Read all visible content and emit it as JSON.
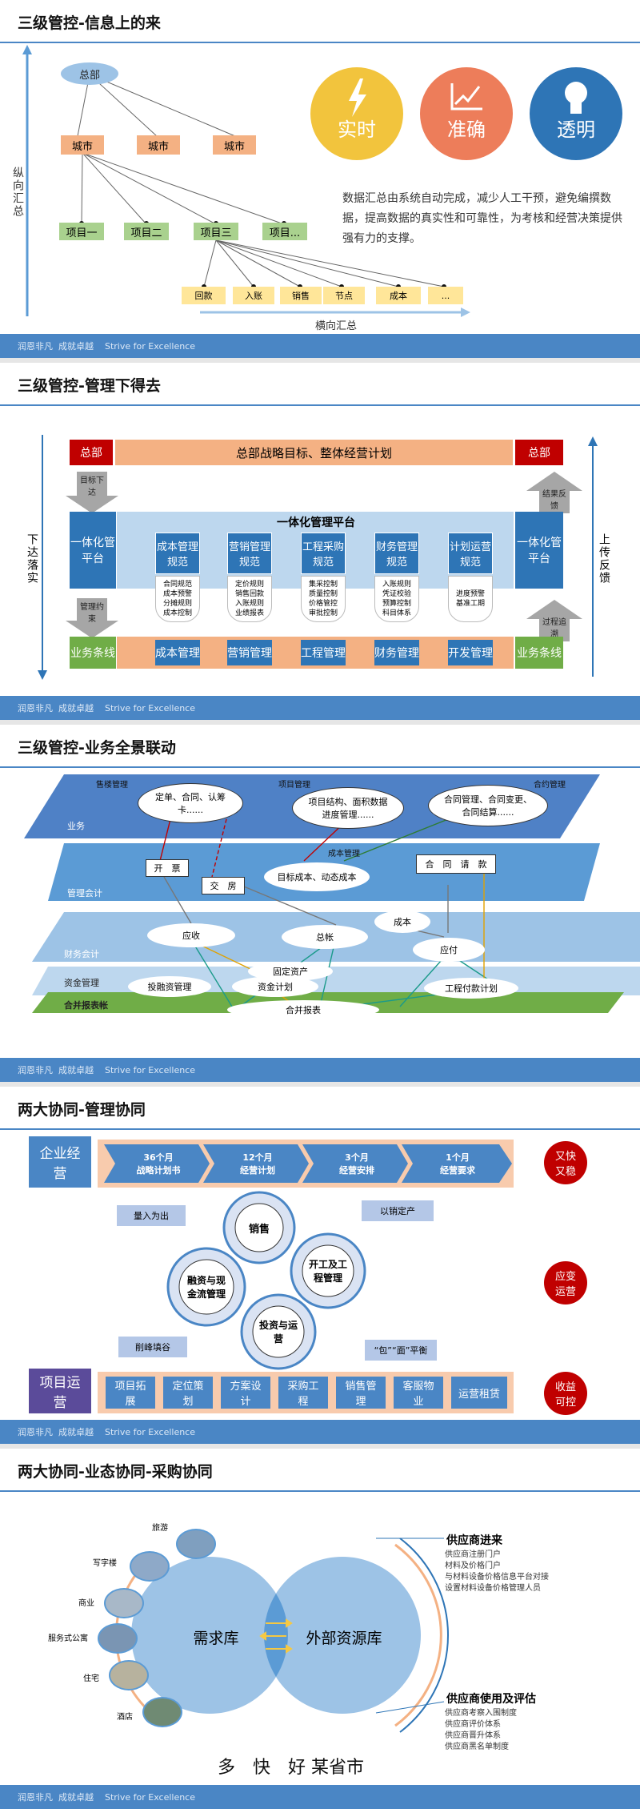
{
  "footer_text": "润恩非凡  成就卓越    Strive for Excellence",
  "slide1": {
    "title": "三级管控-信息上的来",
    "hq": "总部",
    "cities": [
      "城市",
      "城市",
      "城市"
    ],
    "projects": [
      "项目一",
      "项目二",
      "项目三",
      "项目..."
    ],
    "items": [
      "回款",
      "入账",
      "销售",
      "节点",
      "成本",
      "..."
    ],
    "vertical_label": "纵向汇总",
    "horizontal_label": "横向汇总",
    "circles": [
      "实时",
      "准确",
      "透明"
    ],
    "description": "数据汇总由系统自动完成，减少人工干预，避免编撰数据，提高数据的真实性和可靠性，为考核和经营决策提供强有力的支撑。"
  },
  "slide2": {
    "title": "三级管控-管理下得去",
    "hq_left": "总部",
    "hq_right": "总部",
    "top_bar": "总部战略目标、整体经营计划",
    "arrow_target": "目标下达",
    "arrow_feedback": "结果反馈",
    "arrow_mgmt": "管理约束",
    "arrow_process": "过程追溯",
    "platform_title": "一体化管理平台",
    "platform_left": "一体化管平台",
    "platform_right": "一体化管平台",
    "norms": [
      "成本管理规范",
      "营销管理规范",
      "工程采购规范",
      "财务管理规范",
      "计划运营规范"
    ],
    "details": [
      "合同规范\n成本预警\n分摊规则\n成本控制",
      "定价规则\n销售回款\n入账规则\n业绩报表",
      "集采控制\n质量控制\n价格管控\n审批控制",
      "入账规则\n凭证校验\n预算控制\n科目体系",
      "进度预警\n基准工期"
    ],
    "business_left": "业务条线",
    "business_right": "业务条线",
    "lines": [
      "成本管理",
      "营销管理",
      "工程管理",
      "财务管理",
      "开发管理"
    ],
    "side_left": "下达落实",
    "side_right": "上传反馈"
  },
  "slide3": {
    "title": "三级管控-业务全景联动",
    "layers": [
      "业务",
      "管理会计",
      "财务会计",
      "资金管理",
      "合并报表帐"
    ],
    "header_labels": [
      "售楼管理",
      "项目管理",
      "合约管理",
      "成本管理"
    ],
    "nodes": {
      "sales": "定单、合同、认筹卡......",
      "project": "项目结构、面积数据进度管理......",
      "contract": "合同管理、合同变更、合同结算......",
      "invoice": "开　票",
      "handover": "交　房",
      "cost_target": "目标成本、动态成本",
      "contract_pay": "合　同　请　款",
      "cost": "成本",
      "receivable": "应收",
      "ledger": "总帐",
      "payable": "应付",
      "fixed_assets": "固定资产",
      "financing": "投融资管理",
      "fund_plan": "资金计划",
      "eng_pay_plan": "工程付款计划",
      "consolidated": "合并报表"
    }
  },
  "slide4": {
    "title": "两大协同-管理协同",
    "enterprise": "企业经营",
    "project_ops": "项目运营",
    "plans": [
      {
        "period": "36个月",
        "name": "战略计划书"
      },
      {
        "period": "12个月",
        "name": "经营计划"
      },
      {
        "period": "3个月",
        "name": "经营安排"
      },
      {
        "period": "1个月",
        "name": "经营要求"
      }
    ],
    "gears": [
      "销售",
      "开工及工程管理",
      "融资与现金流管理",
      "投资与运营"
    ],
    "tags": [
      "量入为出",
      "以销定产",
      "削峰填谷",
      "“包”“面”平衡"
    ],
    "steps": [
      "项目拓展",
      "定位策划",
      "方案设计",
      "采购工程",
      "销售管理",
      "客服物业",
      "运营租赁"
    ],
    "red_circles": [
      "又快又稳",
      "应变运营",
      "收益可控"
    ]
  },
  "slide5": {
    "title": "两大协同-业态协同-采购协同",
    "left_circle": "需求库",
    "right_circle": "外部资源库",
    "building_types": [
      "旅游",
      "写字楼",
      "商业",
      "服务式公寓",
      "住宅",
      "酒店"
    ],
    "supplier_in_title": "供应商进来",
    "supplier_in_items": [
      "供应商注册门户",
      "材料及价格门户",
      "与材料设备价格信息平台对接",
      "设置材料设备价格管理人员"
    ],
    "supplier_eval_title": "供应商使用及评估",
    "supplier_eval_items": [
      "供应商考察入围制度",
      "供应商评价体系",
      "供应商晋升体系",
      "供应商黑名单制度"
    ],
    "slogan": "多　快　好 某省市"
  },
  "colors": {
    "blue": "#4a86c5",
    "orange": "#f4b183",
    "red": "#c00000",
    "green": "#70ad47",
    "yellow": "#f5c842"
  }
}
